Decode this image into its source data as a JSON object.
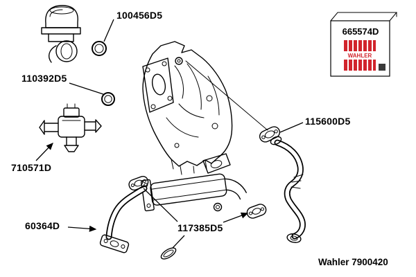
{
  "diagram": {
    "footer_text": "Wahler 7900420",
    "box": {
      "part_number": "665574D",
      "brand": "WAHLER"
    },
    "labels": {
      "upper_oring": "100456D5",
      "lower_oring": "110392D5",
      "control_valve": "710571D",
      "lower_left_pipe": "60364D",
      "cooler_gasket": "117385D5",
      "manifold_gasket": "115600D5"
    },
    "colors": {
      "line": "#000000",
      "brand_red": "#d1242c",
      "background": "#ffffff"
    }
  }
}
